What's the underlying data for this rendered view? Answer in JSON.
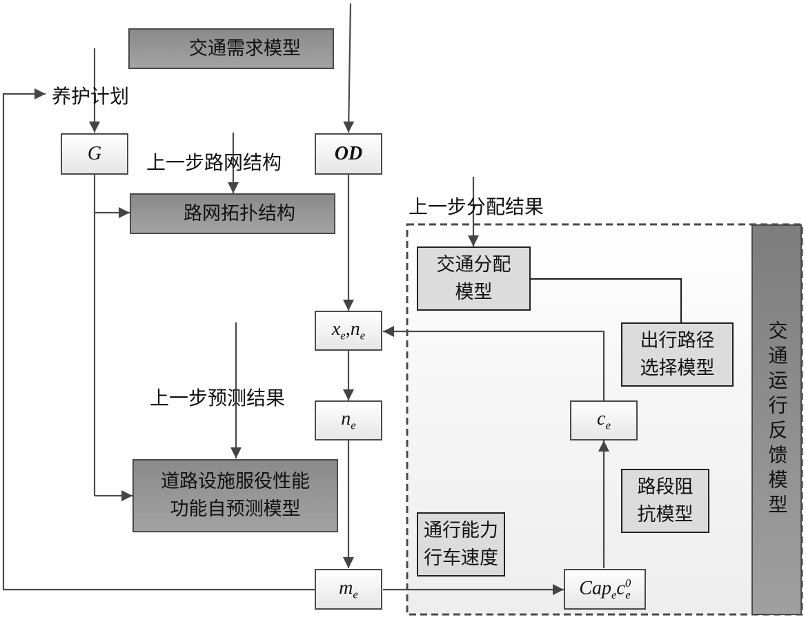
{
  "nodes": {
    "traffic_demand_model": "交通需求模型",
    "maintenance_plan": "养护计划",
    "g": "G",
    "od": "OD",
    "prev_network_structure": "上一步路网结构",
    "network_topology": "路网拓扑结构",
    "prev_assignment_result": "上一步分配结果",
    "traffic_assignment_model_line1": "交通分配",
    "traffic_assignment_model_line2": "模型",
    "xe_ne": {
      "x": "x",
      "x_sub": "e",
      "sep": ",",
      "n": "n",
      "n_sub": "e"
    },
    "route_choice_model_line1": "出行路径",
    "route_choice_model_line2": "选择模型",
    "prev_prediction_result": "上一步预测结果",
    "ne": {
      "base": "n",
      "sub": "e"
    },
    "ce": {
      "base": "c",
      "sub": "e"
    },
    "performance_model_line1": "道路设施服役性能",
    "performance_model_line2": "功能自预测模型",
    "link_impedance_model_line1": "路段阻",
    "link_impedance_model_line2": "抗模型",
    "capacity_speed_line1": "通行能力",
    "capacity_speed_line2": "行车速度",
    "me": {
      "base": "m",
      "sub": "e"
    },
    "cap": {
      "base": "Cap",
      "sub1": "e",
      "c": "c",
      "sub2": "e",
      "sup": "0"
    },
    "feedback_model": "交通运行反馈模型"
  }
}
